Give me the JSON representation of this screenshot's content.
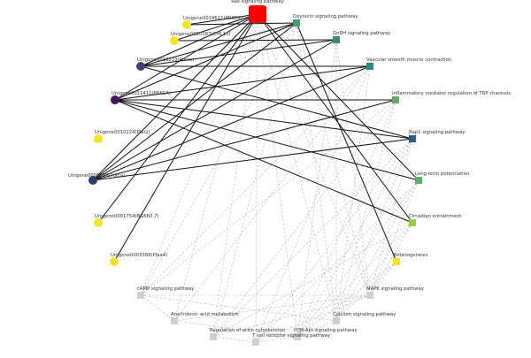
{
  "network": {
    "hub": {
      "id": "ras",
      "label": "Ras signaling pathway",
      "color": "#ff0000",
      "shape": "square"
    },
    "genes": [
      {
        "id": "g1",
        "label": "Unigene0019611(PRKCA)",
        "color": "#f5e22b"
      },
      {
        "id": "g2",
        "label": "Unigene0020383(CML10)",
        "color": "#f5e22b"
      },
      {
        "id": "g3",
        "label": "Unigene0018233(Prkca)",
        "color": "#3b3f7a"
      },
      {
        "id": "g4",
        "label": "Unigene0011411(PRKCA)",
        "color": "#45105c"
      },
      {
        "id": "g5",
        "label": "Unigene0010224(Plai2)",
        "color": "#f5e22b"
      },
      {
        "id": "g6",
        "label": "Unigene0006639(Prkca)",
        "color": "#2e3a72"
      },
      {
        "id": "g7",
        "label": "Unigene0001754(BG660.7)",
        "color": "#f5e22b"
      },
      {
        "id": "g8",
        "label": "Unigene0003388(Plaa4)",
        "color": "#f5e22b"
      }
    ],
    "pathways": [
      {
        "id": "oxy",
        "label": "Oxytocin signaling pathway",
        "color": "#4a9a70"
      },
      {
        "id": "gnrh",
        "label": "GnRH signaling pathway",
        "color": "#3a8c78"
      },
      {
        "id": "vsm",
        "label": "Vascular smooth muscle contraction",
        "color": "#2a8a80"
      },
      {
        "id": "trp",
        "label": "Inflammatory mediator regulation of TRP channels",
        "color": "#6aa86a"
      },
      {
        "id": "rap1",
        "label": "Rap1 signaling pathway",
        "color": "#2d5a80"
      },
      {
        "id": "ltp",
        "label": "Long-term potentiation",
        "color": "#58ad68"
      },
      {
        "id": "circ",
        "label": "Circadian entrainment",
        "color": "#9ccc40"
      },
      {
        "id": "mel",
        "label": "Melanogenesis",
        "color": "#f0e030"
      },
      {
        "id": "mapk",
        "label": "MAPK signaling pathway",
        "color": "#cfcfcf"
      },
      {
        "id": "calc",
        "label": "Calcium signaling pathway",
        "color": "#cfcfcf"
      },
      {
        "id": "pi3k",
        "label": "PI3K-Akt signaling pathway",
        "color": "#cfcfcf"
      },
      {
        "id": "tcr",
        "label": "T cell receptor signaling pathway",
        "color": "#cfcfcf"
      },
      {
        "id": "actin",
        "label": "Regulation of actin cytoskeleton",
        "color": "#cfcfcf"
      },
      {
        "id": "ara",
        "label": "Arachidonic acid metabolism",
        "color": "#cfcfcf"
      },
      {
        "id": "camp",
        "label": "cAMP signaling pathway",
        "color": "#cfcfcf"
      }
    ],
    "solid_edges": [
      [
        "g1",
        "ras"
      ],
      [
        "g1",
        "oxy"
      ],
      [
        "g2",
        "ras"
      ],
      [
        "g2",
        "gnrh"
      ],
      [
        "g3",
        "ras"
      ],
      [
        "g3",
        "oxy"
      ],
      [
        "g3",
        "gnrh"
      ],
      [
        "g3",
        "vsm"
      ],
      [
        "g3",
        "rap1"
      ],
      [
        "g4",
        "ras"
      ],
      [
        "g4",
        "oxy"
      ],
      [
        "g4",
        "vsm"
      ],
      [
        "g4",
        "rap1"
      ],
      [
        "g4",
        "ltp"
      ],
      [
        "g4",
        "circ"
      ],
      [
        "g4",
        "trp"
      ],
      [
        "g6",
        "ras"
      ],
      [
        "g6",
        "oxy"
      ],
      [
        "g6",
        "gnrh"
      ],
      [
        "g6",
        "vsm"
      ],
      [
        "g6",
        "trp"
      ],
      [
        "g6",
        "rap1"
      ],
      [
        "g7",
        "ras"
      ],
      [
        "g8",
        "ras"
      ],
      [
        "ras",
        "ltp"
      ],
      [
        "ras",
        "circ"
      ],
      [
        "oxy",
        "mel"
      ]
    ],
    "dashed_edges": [
      [
        "oxy",
        "calc"
      ],
      [
        "oxy",
        "mapk"
      ],
      [
        "oxy",
        "camp"
      ],
      [
        "oxy",
        "actin"
      ],
      [
        "gnrh",
        "mapk"
      ],
      [
        "gnrh",
        "calc"
      ],
      [
        "gnrh",
        "pi3k"
      ],
      [
        "vsm",
        "calc"
      ],
      [
        "vsm",
        "ara"
      ],
      [
        "vsm",
        "camp"
      ],
      [
        "vsm",
        "tcr"
      ],
      [
        "trp",
        "calc"
      ],
      [
        "trp",
        "camp"
      ],
      [
        "trp",
        "pi3k"
      ],
      [
        "trp",
        "actin"
      ],
      [
        "rap1",
        "mapk"
      ],
      [
        "rap1",
        "calc"
      ],
      [
        "rap1",
        "pi3k"
      ],
      [
        "rap1",
        "tcr"
      ],
      [
        "rap1",
        "actin"
      ],
      [
        "ltp",
        "mapk"
      ],
      [
        "ltp",
        "calc"
      ],
      [
        "ltp",
        "tcr"
      ],
      [
        "ltp",
        "pi3k"
      ],
      [
        "circ",
        "calc"
      ],
      [
        "circ",
        "mapk"
      ],
      [
        "circ",
        "actin"
      ],
      [
        "circ",
        "pi3k"
      ],
      [
        "mel",
        "mapk"
      ],
      [
        "mel",
        "pi3k"
      ],
      [
        "mel",
        "calc"
      ],
      [
        "ras",
        "mapk"
      ],
      [
        "ras",
        "pi3k"
      ],
      [
        "ras",
        "calc"
      ],
      [
        "ras",
        "tcr"
      ],
      [
        "ras",
        "actin"
      ],
      [
        "ras",
        "ara"
      ],
      [
        "ras",
        "camp"
      ],
      [
        "mapk",
        "ara"
      ],
      [
        "mapk",
        "actin"
      ],
      [
        "mapk",
        "camp"
      ],
      [
        "mapk",
        "tcr"
      ],
      [
        "calc",
        "camp"
      ],
      [
        "calc",
        "pi3k"
      ],
      [
        "pi3k",
        "tcr"
      ],
      [
        "pi3k",
        "ara"
      ],
      [
        "tcr",
        "actin"
      ],
      [
        "camp",
        "ara"
      ]
    ]
  }
}
